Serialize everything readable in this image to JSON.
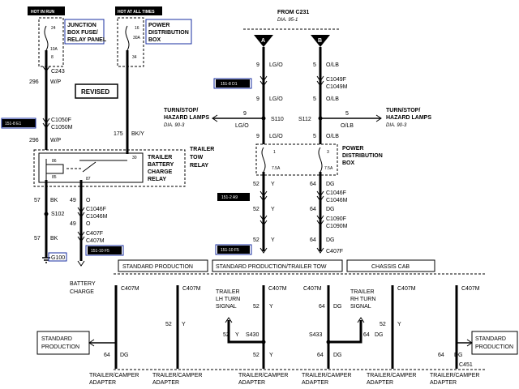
{
  "labels": {
    "hot_in_run": "HOT IN RUN",
    "hot_at_all_times": "HOT AT ALL TIMES",
    "junction_box_1": "JUNCTION",
    "junction_box_2": "BOX FUSE/",
    "junction_box_3": "RELAY PANEL",
    "power_dist_1": "POWER",
    "power_dist_2": "DISTRIBUTION",
    "power_dist_3": "BOX",
    "fuse24": "24",
    "fuse24_amp": "10A",
    "fuse24_pin": "8",
    "fuse16": "16",
    "fuse16_amp": "30A",
    "fuse16_pin": "34",
    "c243": "C243",
    "w296_a": "296",
    "wp_a": "W/P",
    "revised": "REVISED",
    "c1050f": "C1050F",
    "c1050m": "C1050M",
    "w296_b": "296",
    "wp_b": "W/P",
    "w175": "175",
    "bky": "BK/Y",
    "relay_1": "TRAILER",
    "relay_2": "TOW",
    "relay_3": "RELAY",
    "relay_4": "TRAILER",
    "relay_5": "BATTERY",
    "relay_6": "CHARGE",
    "relay_7": "RELAY",
    "pin86": "86",
    "pin30": "30",
    "pin85": "85",
    "pin87": "87",
    "w57_a": "57",
    "bk_a": "BK",
    "w49_a": "49",
    "o_a": "O",
    "s102": "S102",
    "c1046f_l": "C1046F",
    "c1046m_l": "C1046M",
    "w57_b": "57",
    "bk_b": "BK",
    "w49_b": "49",
    "o_b": "O",
    "c407f_l": "C407F",
    "c407m_l": "C407M",
    "g100": "G100",
    "batt_1": "BATTERY",
    "batt_2": "CHARGE",
    "from_c231": "FROM C231",
    "dia_951": "DIA. 95-1",
    "conn_a": "A",
    "conn_b": "B",
    "w9_a": "9",
    "lgo_a": "LG/O",
    "w5_a": "5",
    "olb_a": "O/LB",
    "c1049f": "C1049F",
    "c1049m": "C1049M",
    "w9_b": "9",
    "lgo_b": "LG/O",
    "w5_b": "5",
    "olb_b": "O/LB",
    "ts_left_1": "TURN/STOP/",
    "ts_left_2": "HAZARD LAMPS",
    "ts_left_3": "DIA. 90-3",
    "ts_right_1": "TURN/STOP/",
    "ts_right_2": "HAZARD LAMPS",
    "ts_right_3": "DIA. 90-3",
    "w9_c": "9",
    "lgo_c": "LG/O",
    "s110": "S110",
    "s112": "S112",
    "w5_c": "5",
    "olb_c": "O/LB",
    "w9_d": "9",
    "lgo_d": "LG/O",
    "w5_d": "5",
    "olb_d": "O/LB",
    "pdb2_1": "POWER",
    "pdb2_2": "DISTRIBUTION",
    "pdb2_3": "BOX",
    "f1": "1",
    "f1_amp": "7.5A",
    "f3": "3",
    "f3_amp": "7.5A",
    "w52_a": "52",
    "y_a": "Y",
    "w64_a": "64",
    "dg_a": "DG",
    "c1046f_r": "C1046F",
    "c1046m_r": "C1046M",
    "w52_b": "52",
    "y_b": "Y",
    "w64_b": "64",
    "dg_b": "DG",
    "c1090f": "C1090F",
    "c1090m": "C1090M",
    "w52_c": "52",
    "y_c": "Y",
    "w64_c": "64",
    "dg_c": "DG",
    "c407f_r": "C407F",
    "std_prod": "STANDARD PRODUCTION",
    "std_prod_tow": "STANDARD PRODUCTION/TRAILER TOW",
    "chassis_cab": "CHASSIS CAB",
    "c407m_1": "C407M",
    "c407m_2": "C407M",
    "c407m_3": "C407M",
    "c407m_4": "C407M",
    "c407m_5": "C407M",
    "c407m_6": "C407M",
    "tr_lh_1": "TRAILER",
    "tr_lh_2": "LH TURN",
    "tr_lh_3": "SIGNAL",
    "tr_rh_1": "TRAILER",
    "tr_rh_2": "RH TURN",
    "tr_rh_3": "SIGNAL",
    "w52_d": "52",
    "y_d": "Y",
    "w52_e": "52",
    "y_e": "Y",
    "w52_f": "52",
    "y_f": "Y",
    "s430": "S430",
    "w64_e": "64",
    "dg_e": "DG",
    "w64_f": "64",
    "dg_f": "DG",
    "s433": "S433",
    "w64_g": "64",
    "dg_g": "DG",
    "w52_g": "52",
    "y_g": "Y",
    "w52_h": "52",
    "y_h": "Y",
    "w64_h": "64",
    "dg_h": "DG",
    "w64_i": "64",
    "dg_i": "DG",
    "std_left_1": "STANDARD",
    "std_left_2": "PRODUCTION",
    "std_right_1": "STANDARD",
    "std_right_2": "PRODUCTION",
    "c451": "C451",
    "adapter_1a": "TRAILER/CAMPER",
    "adapter_1b": "ADAPTER",
    "adapter_2a": "TRAILER/CAMPER",
    "adapter_2b": "ADAPTER",
    "adapter_3a": "TRAILER/CAMPER",
    "adapter_3b": "ADAPTER",
    "adapter_4a": "TRAILER/CAMPER",
    "adapter_4b": "ADAPTER",
    "adapter_5a": "TRAILER/CAMPER",
    "adapter_5b": "ADAPTER",
    "adapter_6a": "TRAILER/CAMPER",
    "adapter_6b": "ADAPTER"
  },
  "refs": {
    "r1": "151-8 E1",
    "r2": "151-8 D1",
    "r3": "151-2 A9",
    "r4": "151-10 F5",
    "r5": "151-10 F5"
  }
}
